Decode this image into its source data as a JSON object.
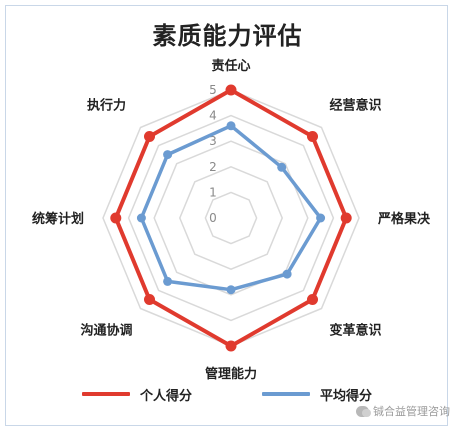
{
  "chart_data": {
    "type": "radar",
    "title": "素质能力评估",
    "categories": [
      "责任心",
      "经营意识",
      "严格果决",
      "变革意识",
      "管理能力",
      "沟通协调",
      "统筹计划",
      "执行力"
    ],
    "rlim": [
      0,
      5
    ],
    "ticks": [
      "0",
      "1",
      "2",
      "3",
      "4",
      "5"
    ],
    "grid": true,
    "legend_position": "bottom",
    "series": [
      {
        "name": "个人得分",
        "color": "#e03a2e",
        "values": [
          5,
          4.5,
          4.5,
          4.5,
          5,
          4.5,
          4.5,
          4.5
        ]
      },
      {
        "name": "平均得分",
        "color": "#6b9bd1",
        "values": [
          3.6,
          2.8,
          3.5,
          3.1,
          2.8,
          3.5,
          3.5,
          3.5
        ]
      }
    ]
  },
  "watermark": "铖合益管理咨询",
  "colors": {
    "grid": "#d9d9d9",
    "frame": "#c9d7e8"
  }
}
